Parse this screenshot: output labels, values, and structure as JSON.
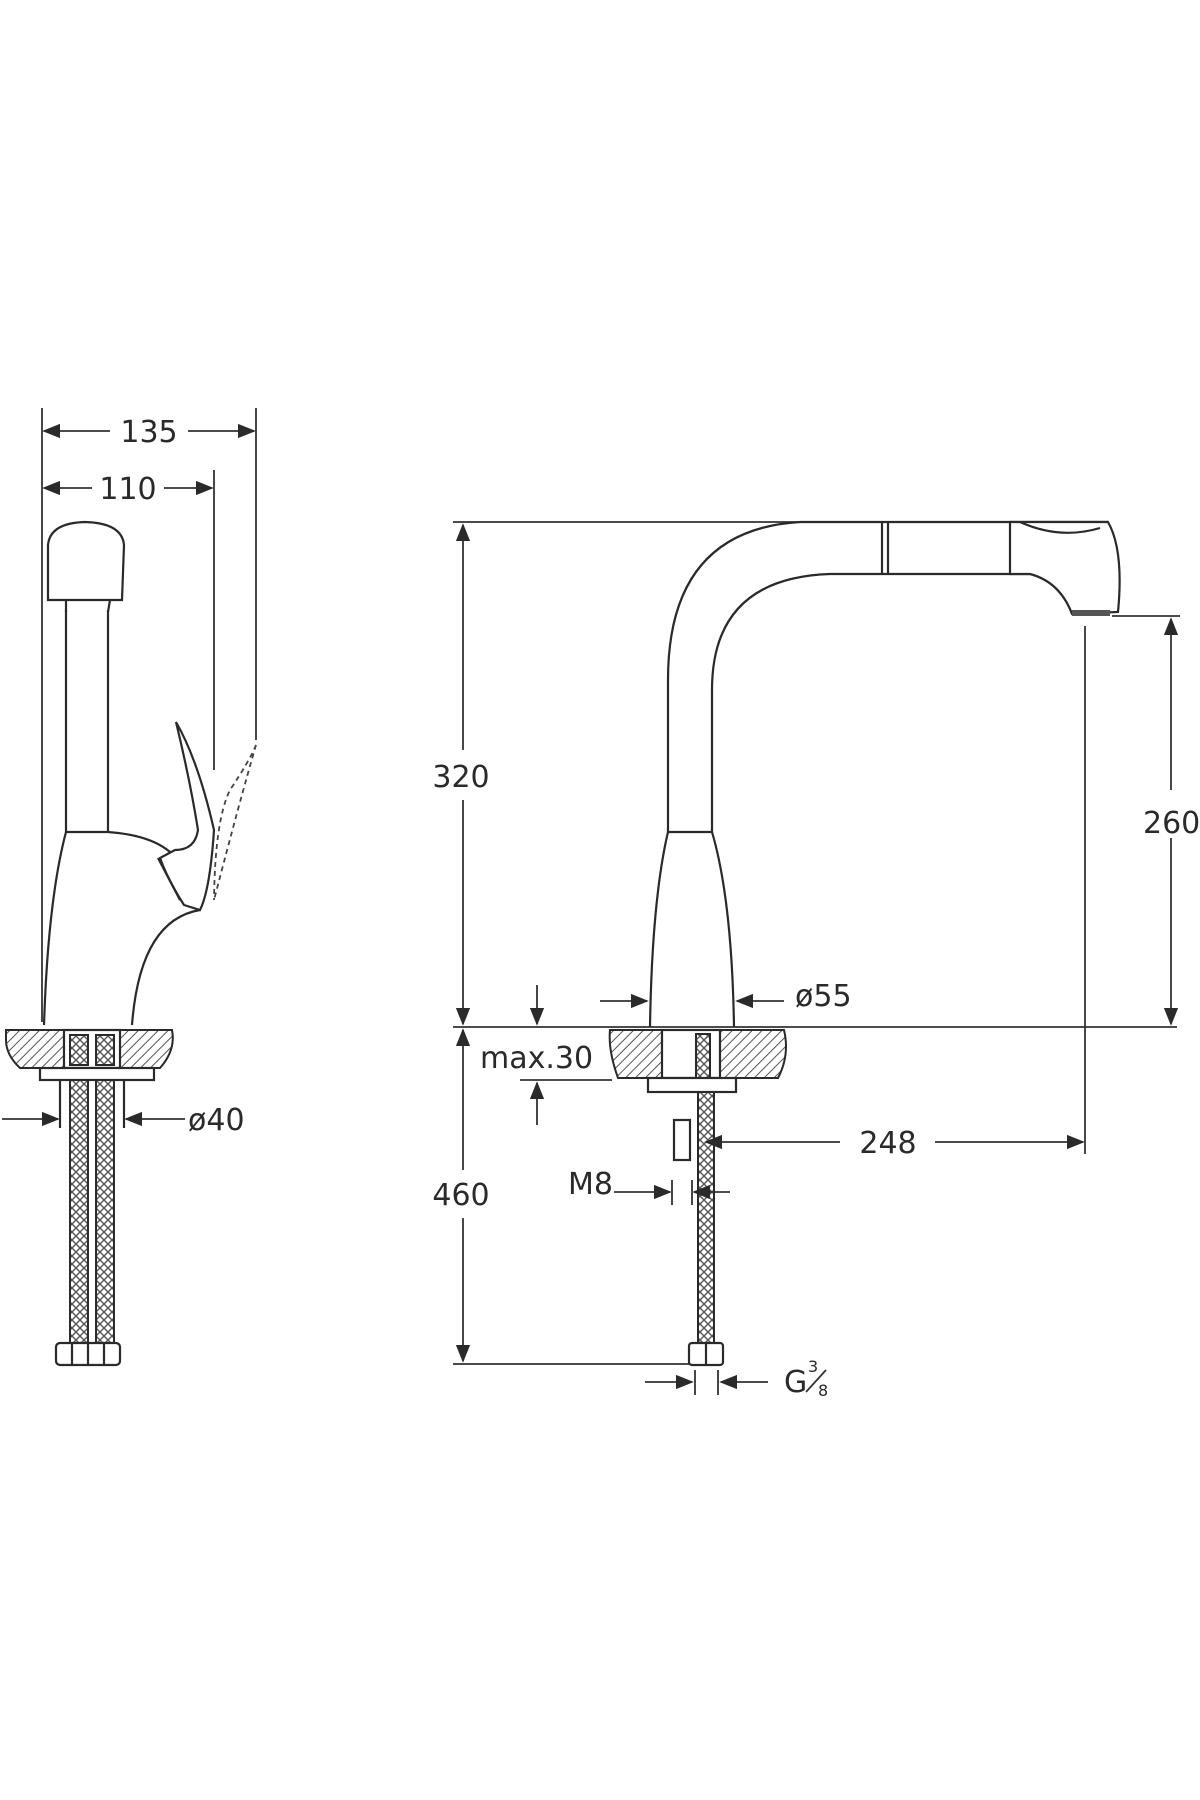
{
  "side_view": {
    "width_overall": "135",
    "width_handle": "110",
    "hole_diameter": "ø40"
  },
  "front_view": {
    "height_total": "320",
    "spout_height": "260",
    "base_diameter": "ø55",
    "counter_thickness": "max.30",
    "hose_length": "460",
    "spout_reach": "248",
    "stud_thread": "M8",
    "connection_thread_g": "G",
    "connection_thread_num": "3",
    "connection_thread_den": "8"
  }
}
